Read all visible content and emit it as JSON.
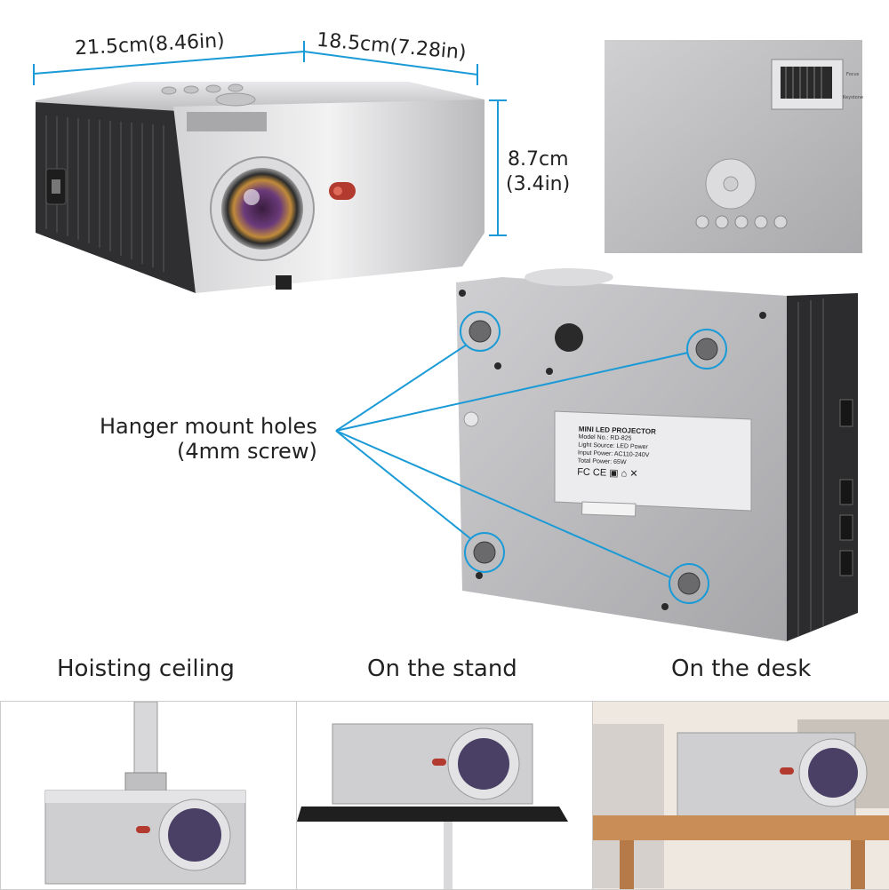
{
  "dimensions": {
    "width": "21.5cm(8.46in)",
    "depth": "18.5cm(7.28in)",
    "height_cm": "8.7cm",
    "height_in": "(3.4in)"
  },
  "callout": {
    "line1": "Hanger mount holes",
    "line2": "(4mm screw)"
  },
  "label_plate": {
    "title": "MINI LED PROJECTOR",
    "model_key": "Model No.:",
    "model_val": "RD-825",
    "light_key": "Light Source:",
    "light_val": "LED Power",
    "input_key": "Input Power:",
    "input_val": "AC110-240V",
    "total_key": "Total Power:",
    "total_val": "65W",
    "marks": "FC CE ▣ ⌂ ✕"
  },
  "top_panel": {
    "focus": "Focus",
    "keystone": "Keystone"
  },
  "captions": {
    "ceiling": "Hoisting ceiling",
    "stand": "On the stand",
    "desk": "On the desk"
  },
  "colors": {
    "accent_line": "#1a9ad6",
    "body_silver": "#c9c9cb",
    "body_dark": "#2c2c2e"
  }
}
